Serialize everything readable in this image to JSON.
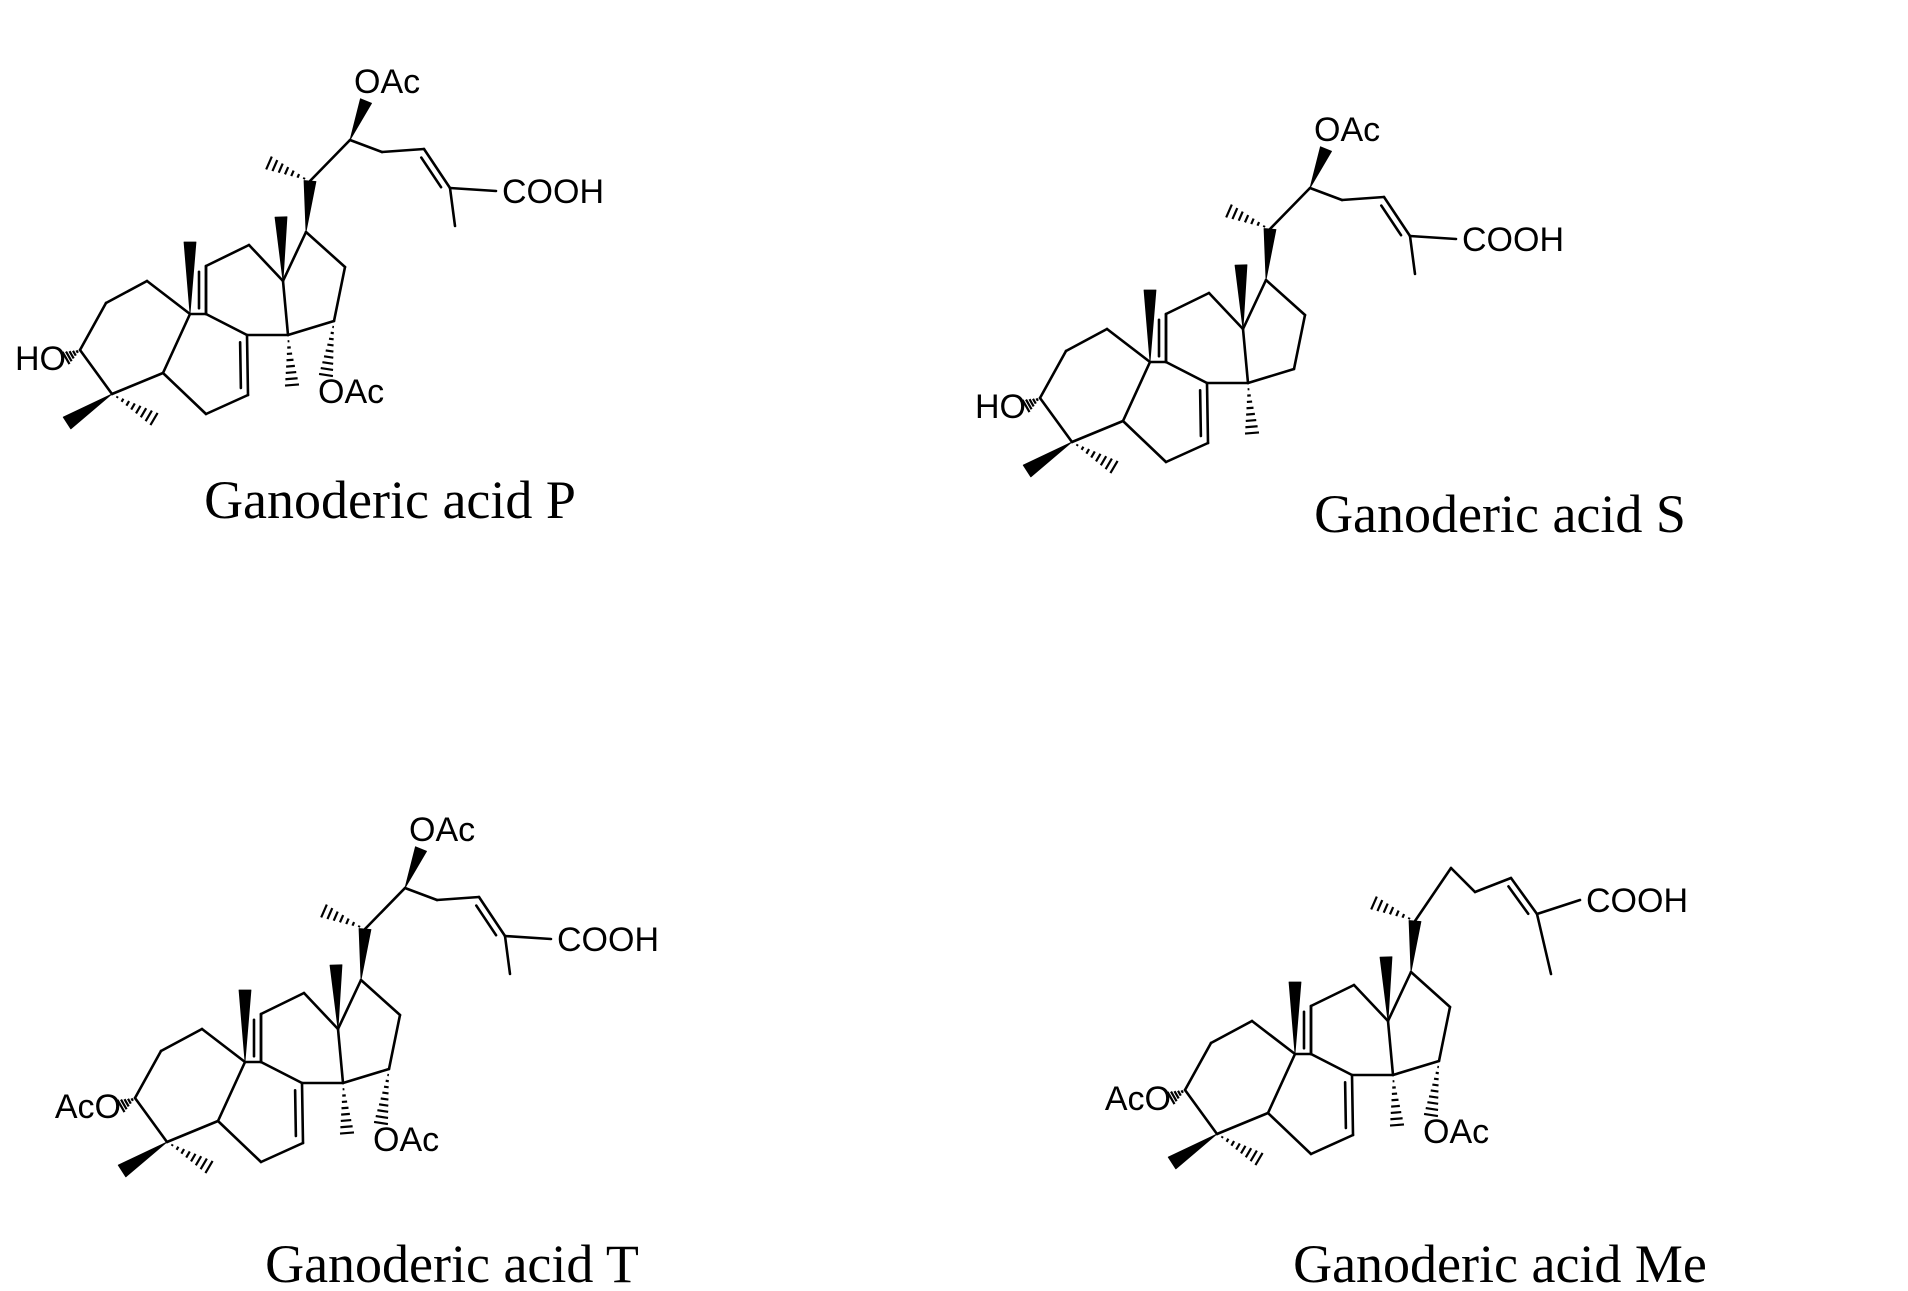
{
  "figure": {
    "compounds": [
      {
        "name": "Ganoderic acid P",
        "r3": "HO",
        "c15_group": "OAc",
        "c24_group": "OAc",
        "acid_label": "COOH"
      },
      {
        "name": "Ganoderic acid S",
        "r3": "HO",
        "c15_group": "",
        "c24_group": "OAc",
        "acid_label": "COOH"
      },
      {
        "name": "Ganoderic acid T",
        "r3": "AcO",
        "c15_group": "OAc",
        "c24_group": "OAc",
        "acid_label": "COOH"
      },
      {
        "name": "Ganoderic acid Me",
        "r3": "AcO",
        "c15_group": "OAc",
        "c24_group": "",
        "acid_label": "COOH"
      }
    ]
  }
}
